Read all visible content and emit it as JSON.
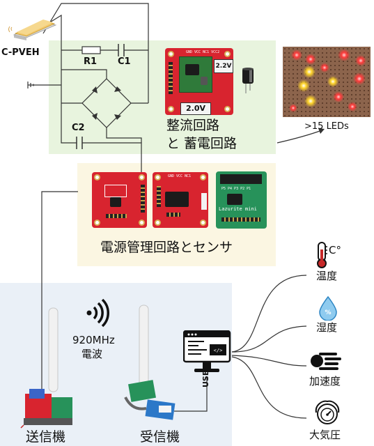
{
  "colors": {
    "rect_storage_bg": "#e8f4de",
    "power_sensor_bg": "#fbf6e2",
    "wireless_bg": "#eaf0f7",
    "pcb_red": "#d8242f",
    "pcb_green": "#27925a",
    "wire": "#333333"
  },
  "harvester": {
    "label": "C-PVEH",
    "icon": "vibration-energy-harvester-icon"
  },
  "circuit": {
    "r1": "R1",
    "c1": "C1",
    "c2": "C2"
  },
  "rectifier": {
    "label_line1": "整流回路",
    "label_line2": "と 蓄電回路",
    "board_text": "2.0V",
    "board_text2": "2.2V"
  },
  "leds": {
    "label": ">15 LEDs"
  },
  "power_sensor": {
    "label": "電源管理回路とセンサ",
    "board3_text": "Lazurite mini"
  },
  "wireless": {
    "signal_icon": "wireless-signal-icon",
    "freq": "920MHz",
    "wave": "電波",
    "transmitter": "送信機",
    "receiver": "受信機",
    "usb": "USB",
    "computer_icon": "computer-code-icon"
  },
  "sensors": [
    {
      "icon": "thermometer-icon",
      "label": "温度",
      "unit": "C°"
    },
    {
      "icon": "humidity-drop-icon",
      "label": "湿度",
      "unit": "%"
    },
    {
      "icon": "acceleration-icon",
      "label": "加速度"
    },
    {
      "icon": "barometer-gauge-icon",
      "label": "大気圧"
    }
  ]
}
